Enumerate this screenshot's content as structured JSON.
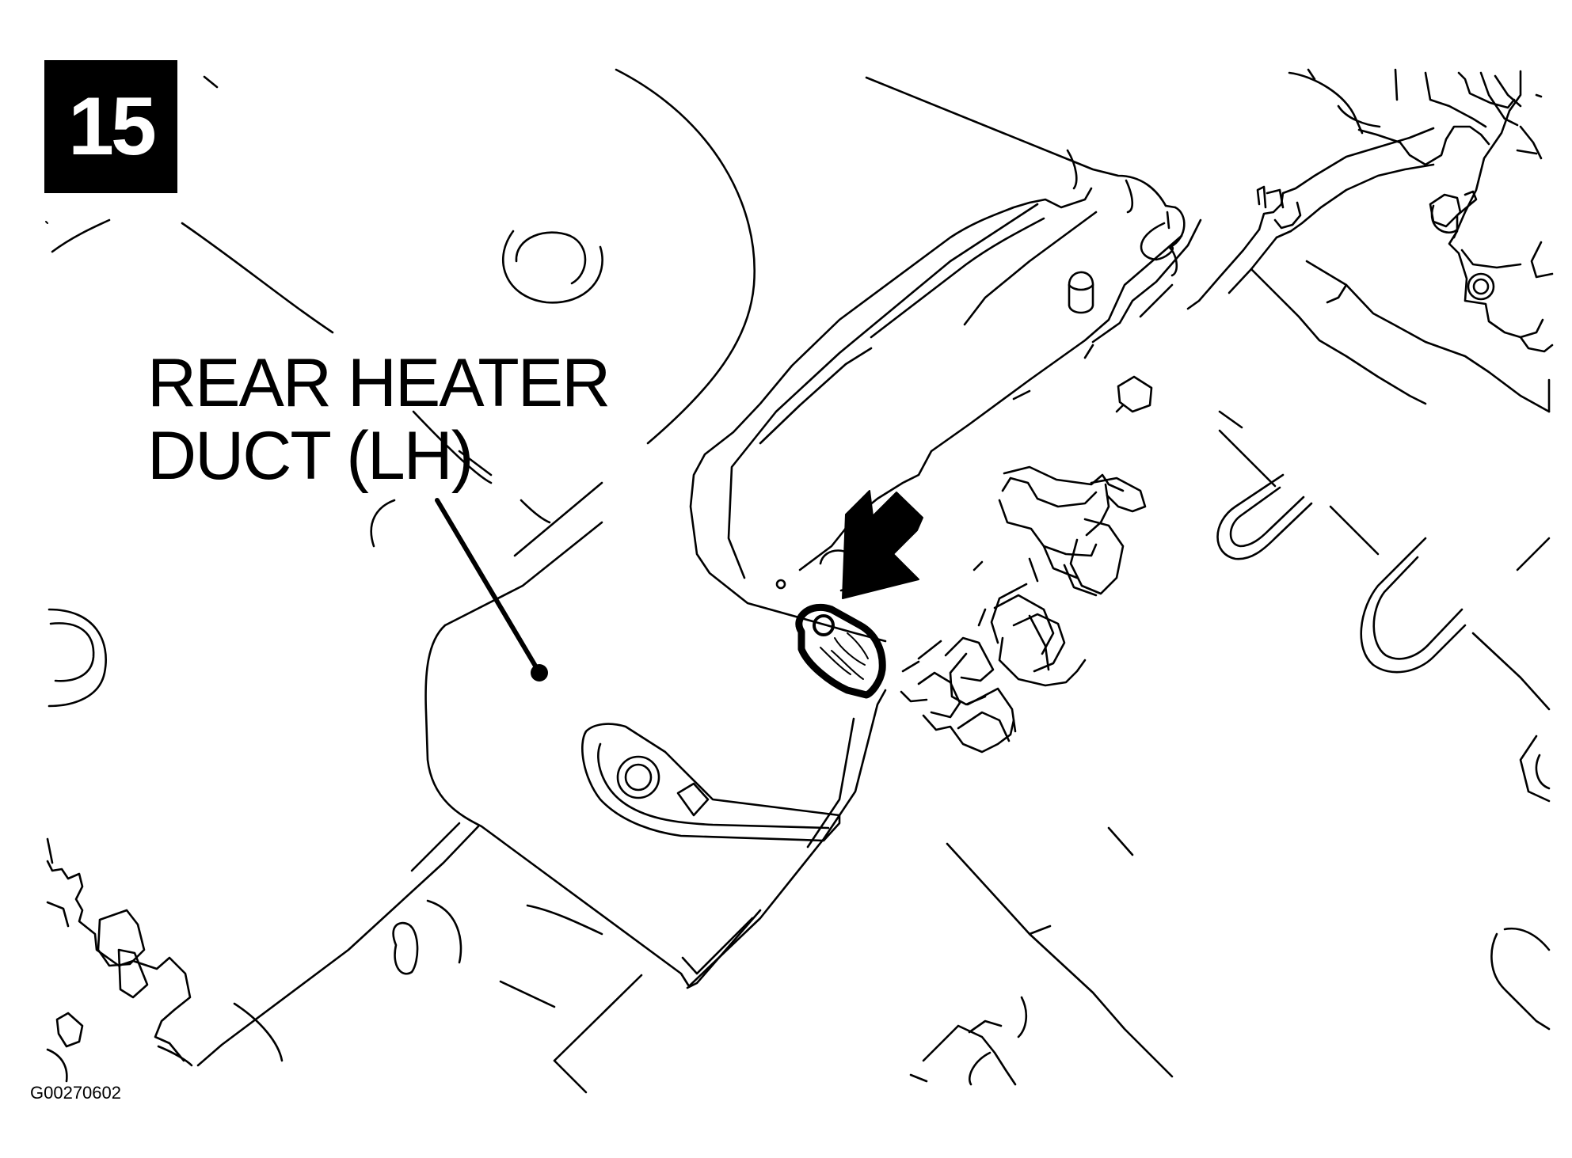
{
  "step": {
    "number": "15"
  },
  "callout": {
    "line1": "REAR HEATER",
    "line2": "DUCT (LH)"
  },
  "figure": {
    "id": "G00270602"
  },
  "icons": {
    "pointer_arrow": "solid-arrow-down-left-icon",
    "leader_dot": "leader-dot-icon"
  }
}
